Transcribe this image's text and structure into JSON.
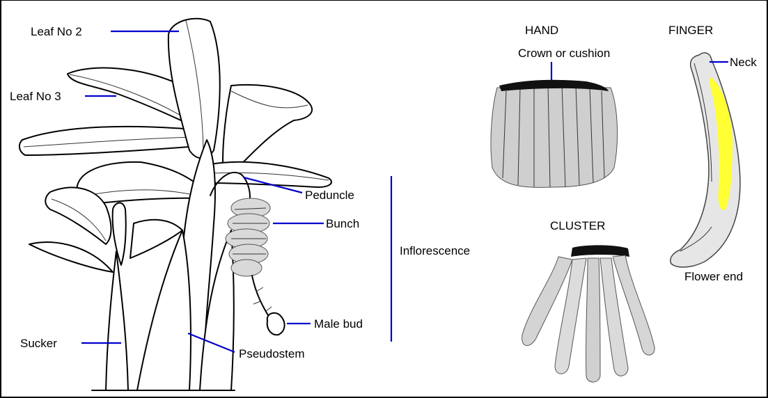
{
  "labels": {
    "leaf_no_2": "Leaf No 2",
    "leaf_no_3": "Leaf No 3",
    "peduncle": "Peduncle",
    "bunch": "Bunch",
    "inflorescence": "Inflorescence",
    "male_bud": "Male bud",
    "sucker": "Sucker",
    "pseudostem": "Pseudostem",
    "hand": "HAND",
    "finger": "FINGER",
    "crown_or_cushion": "Crown or cushion",
    "neck": "Neck",
    "cluster": "CLUSTER",
    "flower_end": "Flower end"
  },
  "colors": {
    "leader_lines": "#0000cc",
    "finger_highlight": "#ffff33",
    "outline": "#000000"
  }
}
